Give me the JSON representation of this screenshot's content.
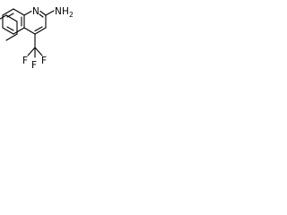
{
  "molecule": {
    "atoms": {
      "n": "N",
      "nh2_n": "N",
      "nh2_h": "H",
      "nh2_count": "2",
      "f_top_left": "F",
      "f_top_right": "F",
      "f_bottom": "F"
    },
    "colors": {
      "bond": "#000000",
      "label": "#000000",
      "background": "#ffffff"
    }
  }
}
